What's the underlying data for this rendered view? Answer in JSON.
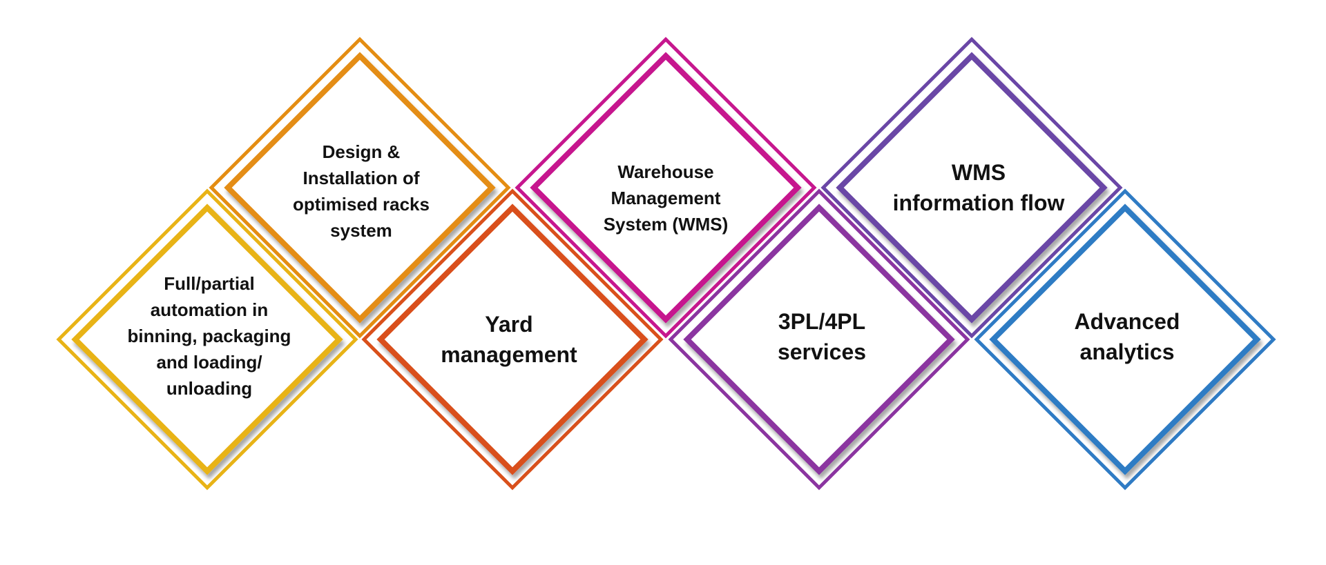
{
  "tiles": [
    {
      "id": "automation",
      "label": "Full/partial\nautomation in\nbinning, packaging\nand loading/\nunloading",
      "color": "#e8b316"
    },
    {
      "id": "racks",
      "label": "Design &\nInstallation of\noptimised racks\nsystem",
      "color": "#e48d12"
    },
    {
      "id": "yard",
      "label": "Yard\nmanagement",
      "color": "#d9501b"
    },
    {
      "id": "wms",
      "label": "Warehouse\nManagement\nSystem (WMS)",
      "color": "#c6178e"
    },
    {
      "id": "3pl",
      "label": "3PL/4PL\nservices",
      "color": "#8b34a0"
    },
    {
      "id": "wms-flow",
      "label": "WMS\ninformation flow",
      "color": "#6a46a6"
    },
    {
      "id": "analytics",
      "label": "Advanced\nanalytics",
      "color": "#2f7bc4"
    }
  ]
}
